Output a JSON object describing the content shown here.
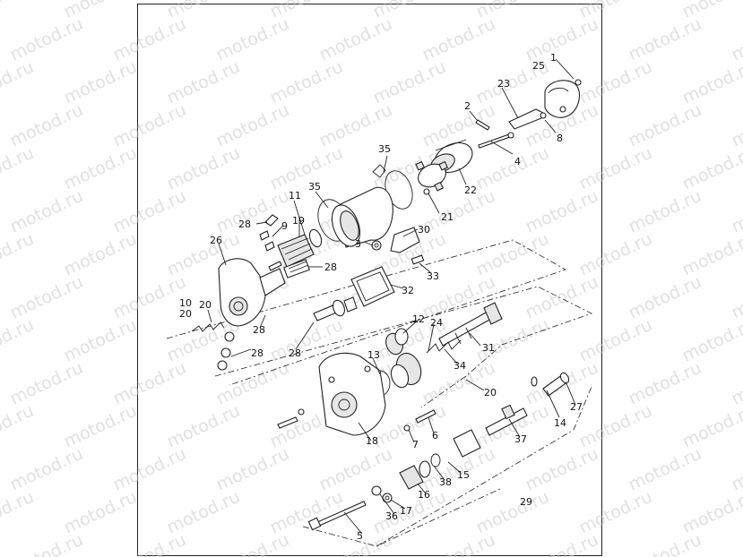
{
  "watermark": {
    "text": "motod.ru"
  },
  "callouts": [
    {
      "id": "c1",
      "label": "1"
    },
    {
      "id": "c25",
      "label": "25"
    },
    {
      "id": "c23",
      "label": "23"
    },
    {
      "id": "c2",
      "label": "2"
    },
    {
      "id": "c8",
      "label": "8"
    },
    {
      "id": "c4",
      "label": "4"
    },
    {
      "id": "c35a",
      "label": "35"
    },
    {
      "id": "c22",
      "label": "22"
    },
    {
      "id": "c35b",
      "label": "35"
    },
    {
      "id": "c11",
      "label": "11"
    },
    {
      "id": "c21",
      "label": "21"
    },
    {
      "id": "c28a",
      "label": "28"
    },
    {
      "id": "c9",
      "label": "9"
    },
    {
      "id": "c19",
      "label": "19"
    },
    {
      "id": "c30",
      "label": "30"
    },
    {
      "id": "c3",
      "label": "3"
    },
    {
      "id": "c26",
      "label": "26"
    },
    {
      "id": "c28b",
      "label": "28"
    },
    {
      "id": "c33",
      "label": "33"
    },
    {
      "id": "c32",
      "label": "32"
    },
    {
      "id": "c10",
      "label": "10"
    },
    {
      "id": "c20a",
      "label": "20"
    },
    {
      "id": "c20b",
      "label": "20"
    },
    {
      "id": "c12",
      "label": "12"
    },
    {
      "id": "c24",
      "label": "24"
    },
    {
      "id": "c28c",
      "label": "28"
    },
    {
      "id": "c31",
      "label": "31"
    },
    {
      "id": "c28d",
      "label": "28"
    },
    {
      "id": "c28e",
      "label": "28"
    },
    {
      "id": "c13",
      "label": "13"
    },
    {
      "id": "c34",
      "label": "34"
    },
    {
      "id": "c20c",
      "label": "20"
    },
    {
      "id": "c14",
      "label": "14"
    },
    {
      "id": "c27",
      "label": "27"
    },
    {
      "id": "c7",
      "label": "7"
    },
    {
      "id": "c6",
      "label": "6"
    },
    {
      "id": "c18",
      "label": "18"
    },
    {
      "id": "c37",
      "label": "37"
    },
    {
      "id": "c15",
      "label": "15"
    },
    {
      "id": "c38",
      "label": "38"
    },
    {
      "id": "c16",
      "label": "16"
    },
    {
      "id": "c29",
      "label": "29"
    },
    {
      "id": "c36",
      "label": "36"
    },
    {
      "id": "c17",
      "label": "17"
    },
    {
      "id": "c5",
      "label": "5"
    }
  ]
}
